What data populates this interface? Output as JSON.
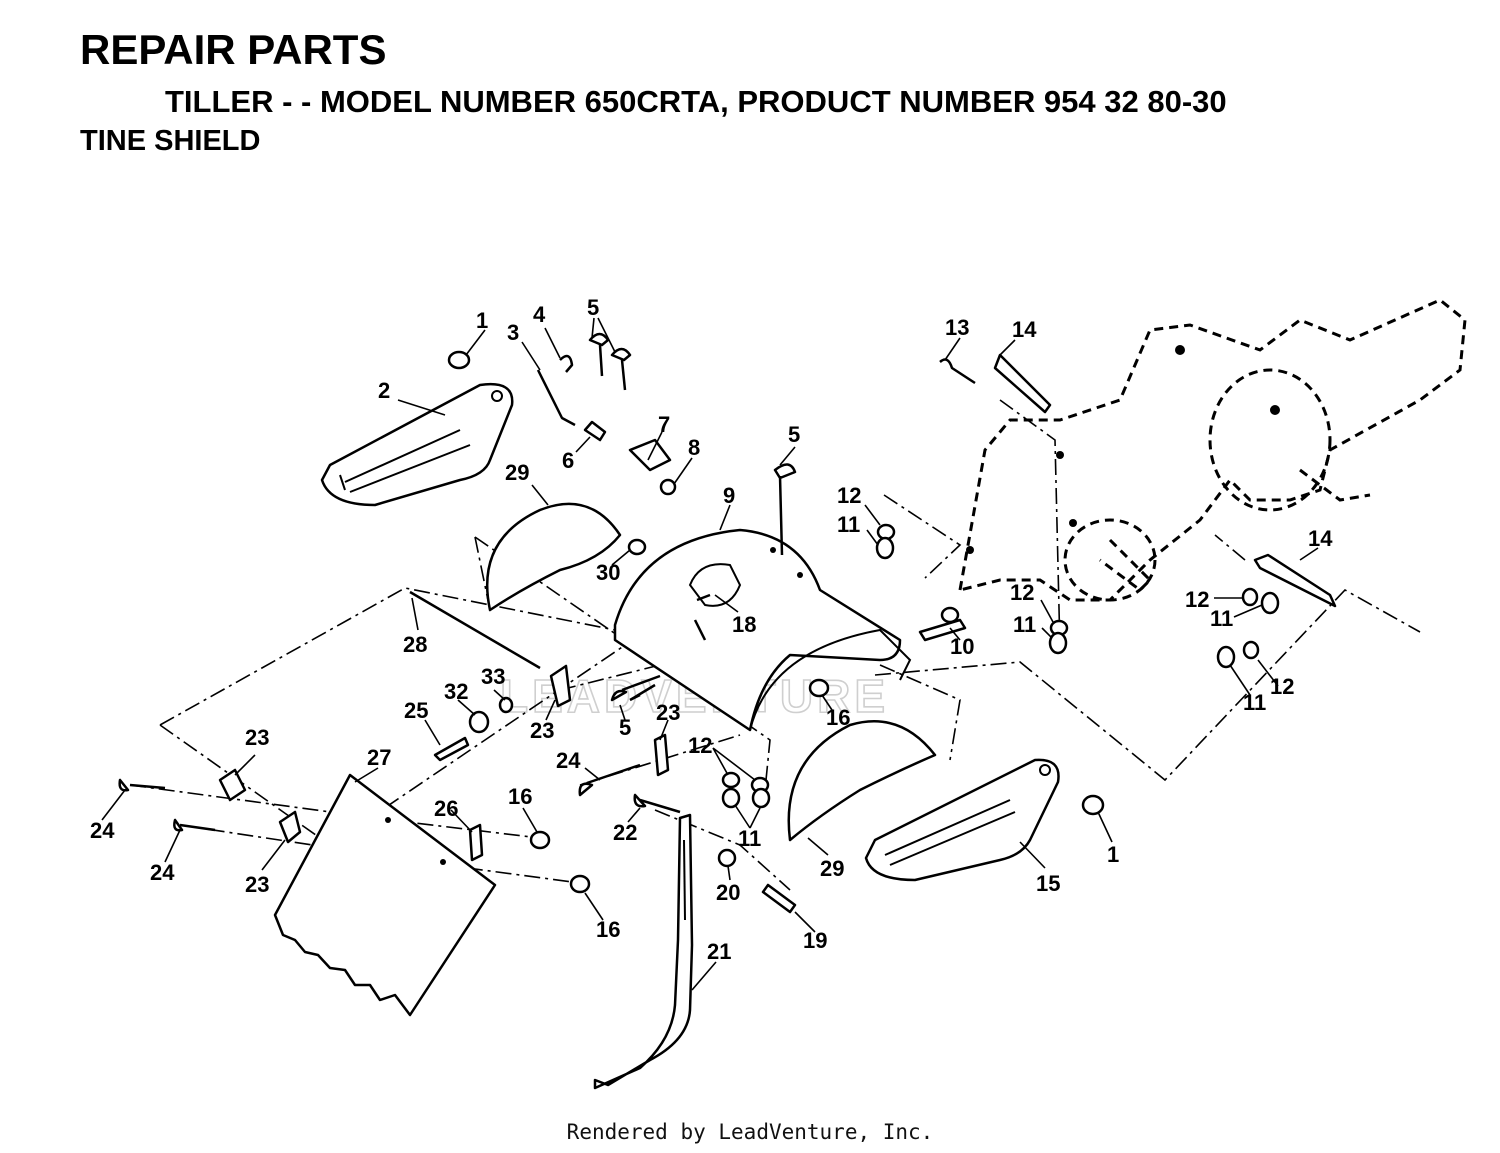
{
  "header": {
    "title": "REPAIR PARTS",
    "subtitle": "TILLER - - MODEL NUMBER 650CRTA, PRODUCT NUMBER 954 32 80-30",
    "section": "TINE SHIELD"
  },
  "watermark": "LEADVENTURE",
  "footer": {
    "credit": "Rendered by LeadVenture, Inc."
  },
  "callouts": [
    "1",
    "2",
    "3",
    "4",
    "5",
    "6",
    "7",
    "8",
    "5",
    "29",
    "9",
    "30",
    "18",
    "28",
    "13",
    "14",
    "12",
    "11",
    "12",
    "11",
    "14",
    "12",
    "11",
    "11",
    "12",
    "10",
    "33",
    "32",
    "25",
    "23",
    "5",
    "23",
    "16",
    "24",
    "12",
    "11",
    "23",
    "24",
    "27",
    "26",
    "16",
    "24",
    "23",
    "16",
    "22",
    "20",
    "29",
    "15",
    "1",
    "19",
    "21"
  ]
}
